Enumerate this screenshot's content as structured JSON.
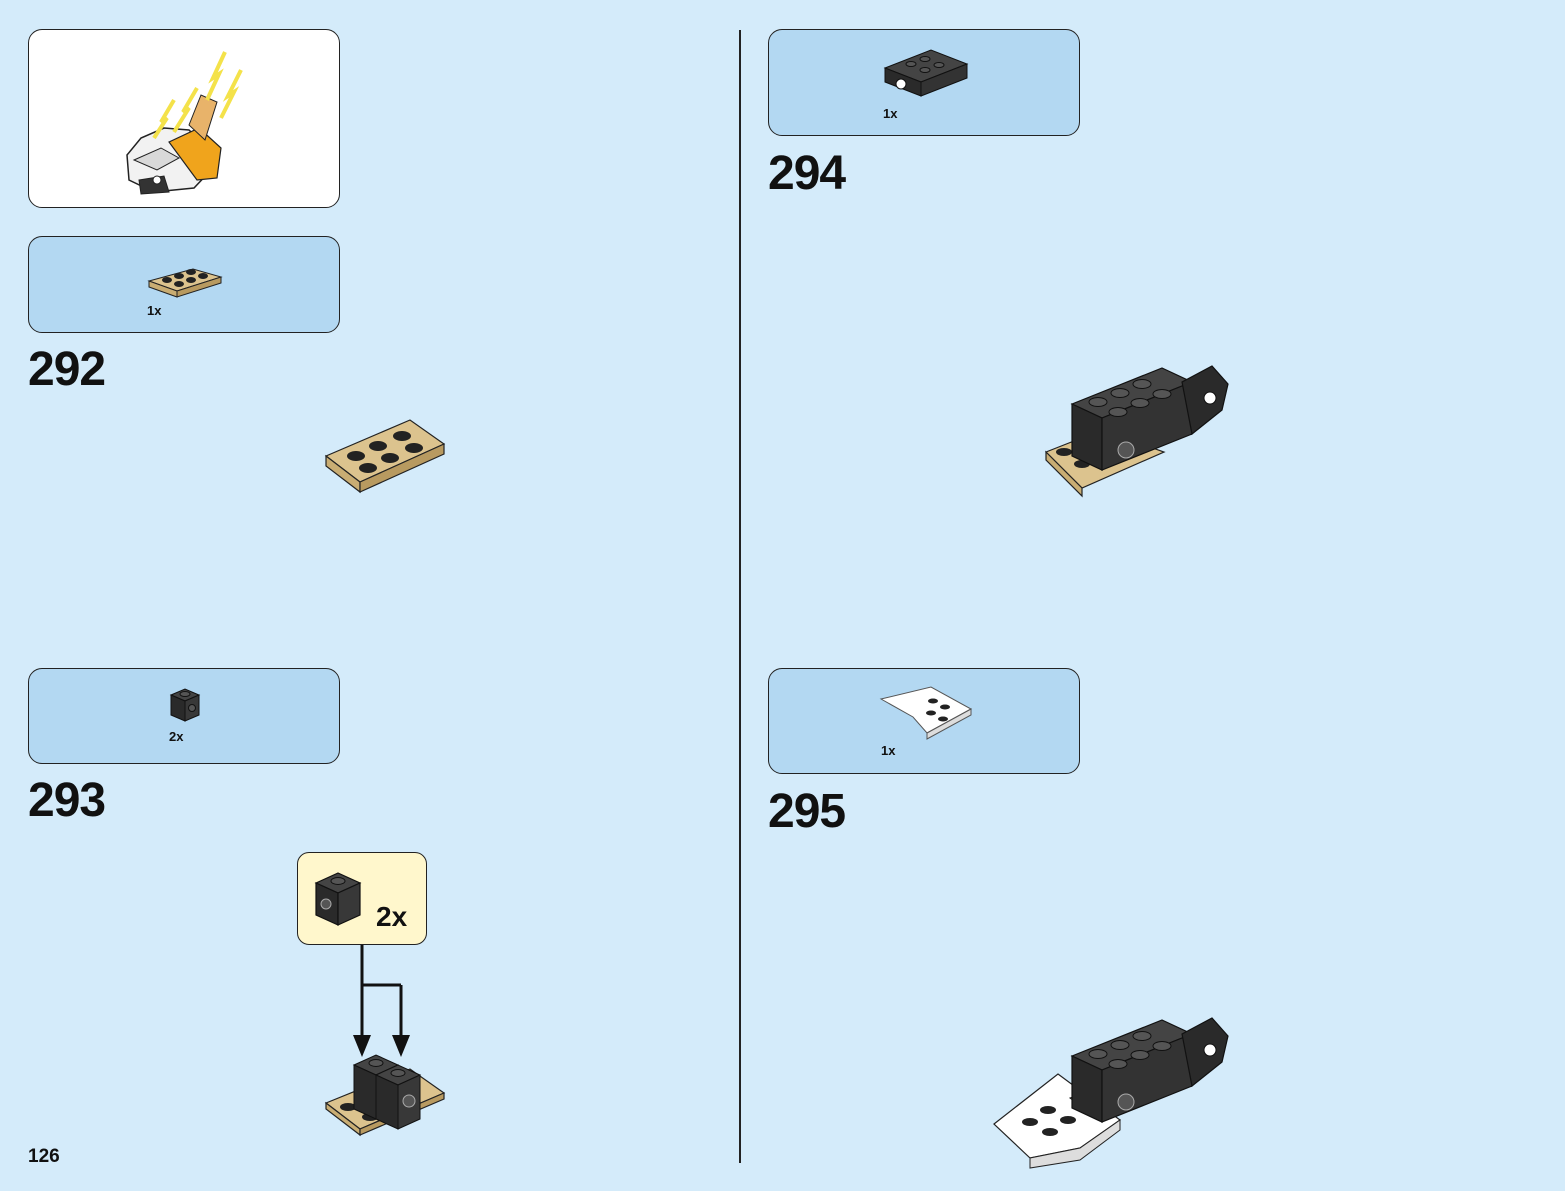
{
  "page_number": "126",
  "steps": [
    {
      "number": "292",
      "parts_qty": "1x",
      "part": "tan-plate-2x3"
    },
    {
      "number": "293",
      "parts_qty": "2x",
      "part": "black-brick-1x1-with-stud",
      "callout_qty": "2x"
    },
    {
      "number": "294",
      "parts_qty": "1x",
      "part": "black-brick-with-ball-socket"
    },
    {
      "number": "295",
      "parts_qty": "1x",
      "part": "white-wedge-plate"
    }
  ],
  "colors": {
    "background": "#d4ebfa",
    "parts_box": "#b3d8f2",
    "callout": "#fff7cc",
    "tan": "#dcc38e",
    "black_part": "#2a2a2a",
    "gold": "#f0a41c",
    "lightning": "#f4e24a"
  }
}
